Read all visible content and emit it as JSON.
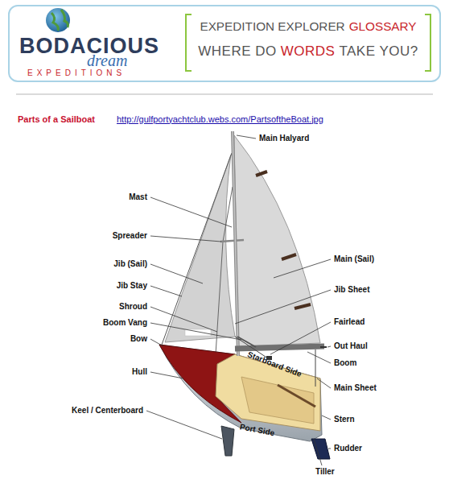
{
  "diagram": {
    "title": "Parts of a Sailboat",
    "nodes": [
      {
        "text": [
          "BODACIOUS",
          "dream",
          "EXPEDITIONS",
          "EXPEDITION EXPLORER",
          "GLOSSARY",
          "WHERE DO",
          "WORDS",
          "TAKE YOU?"
        ]
      }
    ],
    "labels": [
      "http://gulfportyachtclub.webs.com/PartsoftheBoat.jpg",
      "Main Halyard",
      "Mast",
      "Spreader",
      "Jib (Sail)",
      "Jib Stay",
      "Shroud",
      "Boom Vang",
      "Bow",
      "Hull",
      "Keel / Centerboard",
      "Main (Sail)",
      "Jib Sheet",
      "Fairlead",
      "Out Haul",
      "Boom",
      "Main Sheet",
      "Stern",
      "Rudder",
      "Tiller",
      "Starboard Side",
      "Port Side"
    ]
  }
}
